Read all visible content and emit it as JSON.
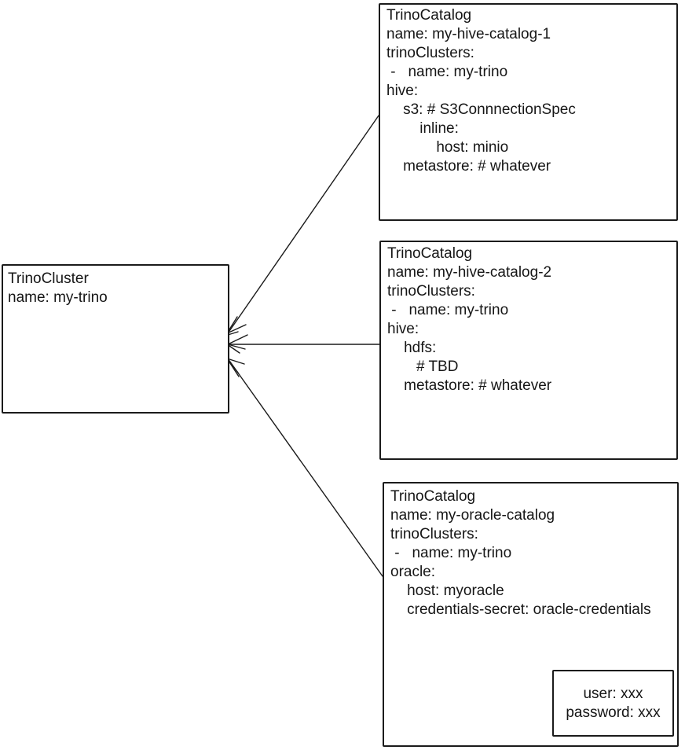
{
  "colors": {
    "stroke": "#1b1b1b",
    "background": "#ffffff"
  },
  "cluster": {
    "title": "TrinoCluster",
    "lines": [
      "TrinoCluster",
      "name: my-trino"
    ]
  },
  "catalogs": [
    {
      "title": "TrinoCatalog",
      "lines": [
        "TrinoCatalog",
        "name: my-hive-catalog-1",
        "trinoClusters:",
        " -   name: my-trino",
        "hive:",
        "    s3: # S3ConnnectionSpec",
        "        inline:",
        "            host: minio",
        "    metastore: # whatever"
      ]
    },
    {
      "title": "TrinoCatalog",
      "lines": [
        "TrinoCatalog",
        "name: my-hive-catalog-2",
        "trinoClusters:",
        " -   name: my-trino",
        "hive:",
        "    hdfs:",
        "       # TBD",
        "    metastore: # whatever"
      ]
    },
    {
      "title": "TrinoCatalog",
      "lines": [
        "TrinoCatalog",
        "name: my-oracle-catalog",
        "trinoClusters:",
        " -   name: my-trino",
        "oracle:",
        "    host: myoracle",
        "    credentials-secret: oracle-credentials"
      ]
    }
  ],
  "secret": {
    "lines": [
      "user: xxx",
      "password: xxx"
    ]
  }
}
